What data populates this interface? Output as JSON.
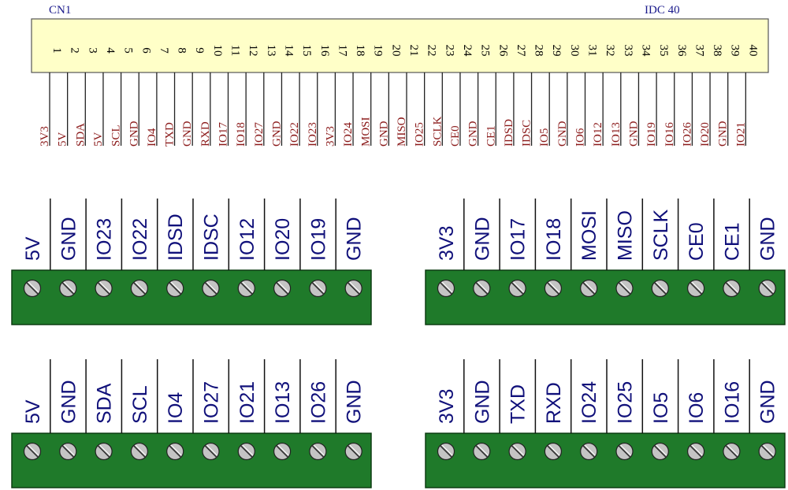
{
  "header": {
    "connector_name": "CN1",
    "connector_type": "IDC 40",
    "pins": [
      {
        "num": "1",
        "signal": "3V3"
      },
      {
        "num": "2",
        "signal": "5V"
      },
      {
        "num": "3",
        "signal": "SDA"
      },
      {
        "num": "4",
        "signal": "5V"
      },
      {
        "num": "5",
        "signal": "SCL"
      },
      {
        "num": "6",
        "signal": "GND"
      },
      {
        "num": "7",
        "signal": "IO4"
      },
      {
        "num": "8",
        "signal": "TXD"
      },
      {
        "num": "9",
        "signal": "GND"
      },
      {
        "num": "10",
        "signal": "RXD"
      },
      {
        "num": "11",
        "signal": "IO17"
      },
      {
        "num": "12",
        "signal": "IO18"
      },
      {
        "num": "13",
        "signal": "IO27"
      },
      {
        "num": "14",
        "signal": "GND"
      },
      {
        "num": "15",
        "signal": "IO22"
      },
      {
        "num": "16",
        "signal": "IO23"
      },
      {
        "num": "17",
        "signal": "3V3"
      },
      {
        "num": "18",
        "signal": "IO24"
      },
      {
        "num": "19",
        "signal": "MOSI"
      },
      {
        "num": "20",
        "signal": "GND"
      },
      {
        "num": "21",
        "signal": "MISO"
      },
      {
        "num": "22",
        "signal": "IO25"
      },
      {
        "num": "23",
        "signal": "SCLK"
      },
      {
        "num": "24",
        "signal": "CE0"
      },
      {
        "num": "25",
        "signal": "GND"
      },
      {
        "num": "26",
        "signal": "CE1"
      },
      {
        "num": "27",
        "signal": "IDSD"
      },
      {
        "num": "28",
        "signal": "IDSC"
      },
      {
        "num": "29",
        "signal": "IO5"
      },
      {
        "num": "30",
        "signal": "GND"
      },
      {
        "num": "31",
        "signal": "IO6"
      },
      {
        "num": "32",
        "signal": "IO12"
      },
      {
        "num": "33",
        "signal": "IO13"
      },
      {
        "num": "34",
        "signal": "GND"
      },
      {
        "num": "35",
        "signal": "IO19"
      },
      {
        "num": "36",
        "signal": "IO16"
      },
      {
        "num": "37",
        "signal": "IO26"
      },
      {
        "num": "38",
        "signal": "IO20"
      },
      {
        "num": "39",
        "signal": "GND"
      },
      {
        "num": "40",
        "signal": "IO21"
      }
    ]
  },
  "terminal_blocks": [
    {
      "labels": [
        "5V",
        "GND",
        "IO23",
        "IO22",
        "IDSD",
        "IDSC",
        "IO12",
        "IO20",
        "IO19",
        "GND"
      ]
    },
    {
      "labels": [
        "3V3",
        "GND",
        "IO17",
        "IO18",
        "MOSI",
        "MISO",
        "SCLK",
        "CE0",
        "CE1",
        "GND"
      ]
    },
    {
      "labels": [
        "5V",
        "GND",
        "SDA",
        "SCL",
        "IO4",
        "IO27",
        "IO21",
        "IO13",
        "IO26",
        "GND"
      ]
    },
    {
      "labels": [
        "3V3",
        "GND",
        "TXD",
        "RXD",
        "IO24",
        "IO25",
        "IO5",
        "IO6",
        "IO16",
        "GND"
      ]
    }
  ],
  "colors": {
    "connector_fill": "#ffffc8",
    "terminal_green": "#1f7a2a",
    "screw_fill": "#c4c4c4",
    "label_blue": "#10107a",
    "signal_red": "#8b1a1a",
    "title_blue": "#1a1a8c"
  }
}
